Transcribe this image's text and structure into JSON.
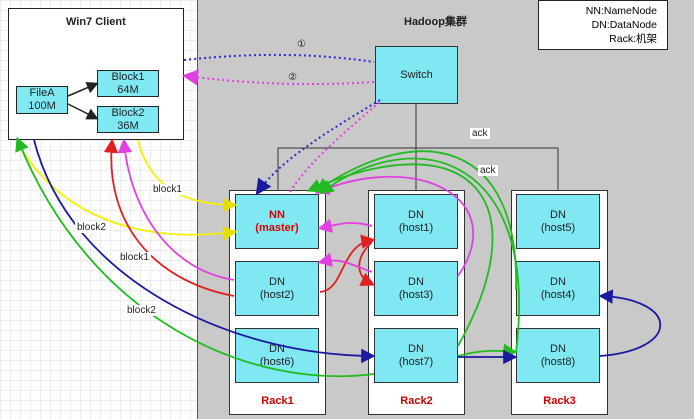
{
  "client": {
    "title": "Win7 Client"
  },
  "file": {
    "name": "FileA",
    "size": "100M"
  },
  "blocks": [
    {
      "name": "Block1",
      "size": "64M"
    },
    {
      "name": "Block2",
      "size": "36M"
    }
  ],
  "cluster": {
    "title": "Hadoop集群"
  },
  "legend": {
    "lines": [
      "NN:NameNode",
      "DN:DataNode",
      "Rack:机架"
    ]
  },
  "switch": {
    "label": "Switch"
  },
  "racks": [
    {
      "label": "Rack1",
      "nodes": [
        {
          "type": "NN",
          "host": "(master)"
        },
        {
          "type": "DN",
          "host": "(host2)"
        },
        {
          "type": "DN",
          "host": "(host6)"
        }
      ]
    },
    {
      "label": "Rack2",
      "nodes": [
        {
          "type": "DN",
          "host": "(host1)"
        },
        {
          "type": "DN",
          "host": "(host3)"
        },
        {
          "type": "DN",
          "host": "(host7)"
        }
      ]
    },
    {
      "label": "Rack3",
      "nodes": [
        {
          "type": "DN",
          "host": "(host5)"
        },
        {
          "type": "DN",
          "host": "(host4)"
        },
        {
          "type": "DN",
          "host": "(host8)"
        }
      ]
    }
  ],
  "edge_labels": {
    "step1": "①",
    "step2": "②",
    "ack_1": "ack",
    "ack_2": "ack",
    "block1_a": "block1",
    "block2_a": "block2",
    "block1_b": "block1",
    "block2_b": "block2"
  },
  "colors": {
    "node_fill": "#7fe8f2",
    "cluster_bg": "#c9c9c9",
    "yellow": "#f5f000",
    "red": "#e02020",
    "magenta": "#e040e0",
    "green": "#22bb22",
    "blue": "#1a1aa0",
    "nn_text": "#e00000"
  }
}
